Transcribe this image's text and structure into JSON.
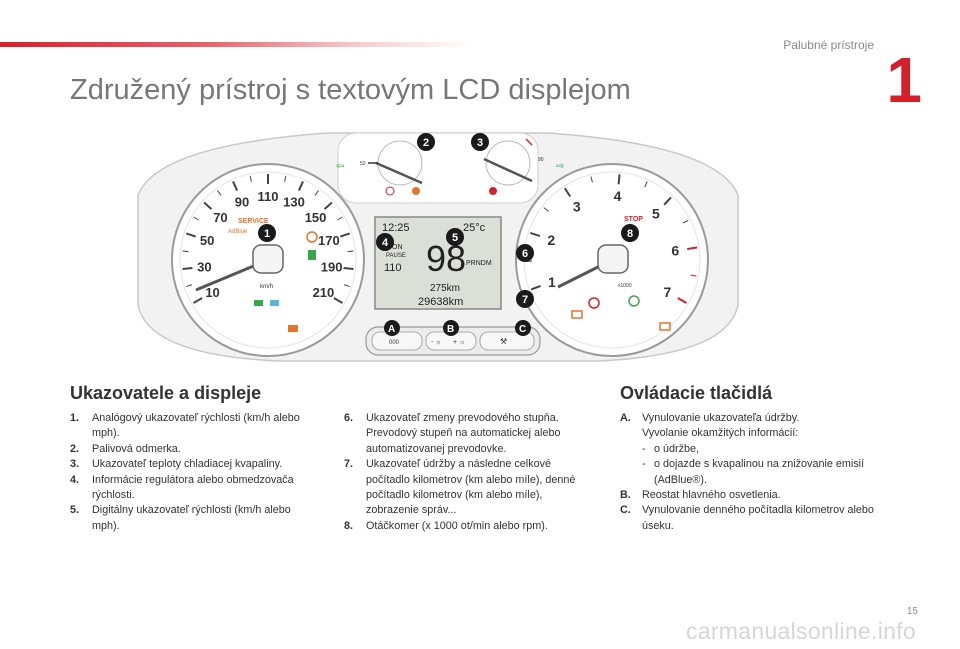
{
  "header": {
    "section": "Palubné prístroje",
    "chapter": "1"
  },
  "title": "Združený prístroj s textovým LCD displejom",
  "figure": {
    "tacho": {
      "marks": [
        "10",
        "30",
        "50",
        "70",
        "90",
        "110",
        "130",
        "150",
        "170",
        "190",
        "210"
      ],
      "unit": "km/h",
      "service": "SERVICE",
      "adblue": "AdBlue"
    },
    "rpm": {
      "marks": [
        "1",
        "2",
        "3",
        "4",
        "5",
        "6",
        "7"
      ],
      "unit": "x1000",
      "stop": "STOP"
    },
    "gauge_left": {
      "mark": "52"
    },
    "gauge_right": {
      "mark": "90"
    },
    "lcd": {
      "time": "12:25",
      "temp": "25°c",
      "speed": "98",
      "set_speed": "110",
      "trip": "275km",
      "odo": "29638km",
      "gear": "PRNDM",
      "mode": "ON",
      "limiter": "PAUSE"
    },
    "callouts": [
      "1",
      "2",
      "3",
      "4",
      "5",
      "6",
      "7",
      "8"
    ],
    "buttons": {
      "a": "A",
      "b": "B",
      "c": "C",
      "a_sym": "000",
      "b_sym": "- ☼",
      "b2_sym": "+ ☼"
    }
  },
  "left": {
    "heading": "Ukazovatele a displeje",
    "items": [
      {
        "num": "1.",
        "text": "Analógový ukazovateľ rýchlosti (km/h alebo mph)."
      },
      {
        "num": "2.",
        "text": "Palivová odmerka."
      },
      {
        "num": "3.",
        "text": "Ukazovateľ teploty chladiacej kvapaliny."
      },
      {
        "num": "4.",
        "text": "Informácie regulátora alebo obmedzovača rýchlosti."
      },
      {
        "num": "5.",
        "text": "Digitálny ukazovateľ rýchlosti (km/h alebo mph)."
      }
    ]
  },
  "middle": {
    "items": [
      {
        "num": "6.",
        "text": "Ukazovateľ zmeny prevodového stupňa. Prevodový stupeň na automatickej alebo automatizovanej prevodovke."
      },
      {
        "num": "7.",
        "text": "Ukazovateľ údržby a následne celkové počítadlo kilometrov (km alebo míle), denné počítadlo kilometrov (km alebo míle), zobrazenie správ..."
      },
      {
        "num": "8.",
        "text": "Otáčkomer (x 1000 ot/min alebo rpm)."
      }
    ]
  },
  "right": {
    "heading": "Ovládacie tlačidlá",
    "a_num": "A.",
    "a_line1": "Vynulovanie ukazovateľa údržby.",
    "a_line2": "Vyvolanie okamžitých informácií:",
    "a_sub1": "o údržbe,",
    "a_sub2": "o dojazde s kvapalinou na znižovanie emisií (AdBlue®).",
    "b_num": "B.",
    "b_text": "Reostat hlavného osvetlenia.",
    "c_num": "C.",
    "c_text": "Vynulovanie denného počítadla kilometrov alebo úseku."
  },
  "footer": {
    "page": "15",
    "watermark": "carmanualsonline.info"
  },
  "colors": {
    "accent": "#d4202a",
    "warning": "#e8742a",
    "green": "#3aa84a",
    "lcd": "#dcdfd8"
  }
}
